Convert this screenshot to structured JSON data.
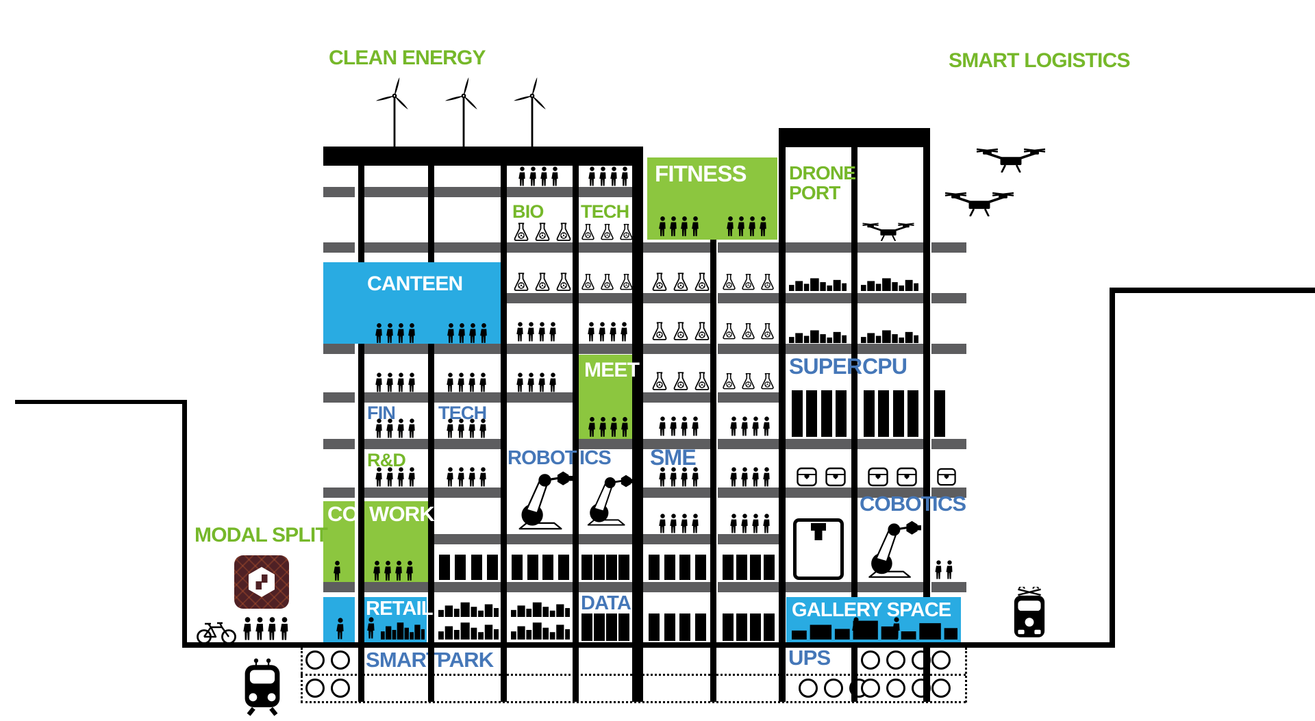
{
  "diagram_title": "smart building cross-section",
  "colors": {
    "green_label": "#76b82a",
    "green_block": "#8cc63f",
    "blue_label": "#4577b8",
    "blue_block": "#29abe2",
    "floor_gray": "#5d5d5f",
    "ink": "#000000",
    "modal_icon_bg": "#4f2125"
  },
  "labels": {
    "clean_energy": "CLEAN ENERGY",
    "smart_logistics": "SMART LOGISTICS",
    "modal_split": "MODAL SPLIT",
    "drone_port": "DRONE PORT",
    "fitness": "FITNESS",
    "canteen": "CANTEEN",
    "bio": "BIO",
    "tech_lab": "TECH",
    "meet": "MEET",
    "fin": "FIN",
    "tech_fin": "TECH",
    "rd": "R&D",
    "robot": "ROBOT",
    "ics_robot": "ICS",
    "sme": "SME",
    "super": "SUPER",
    "cpu": "CPU",
    "cobot": "COBOT",
    "ics_cobot": "ICS",
    "co": "CO",
    "work": "WORK",
    "retail": "RETAIL",
    "data": "DATA",
    "gallery_space": "GALLERY SPACE",
    "smart": "SMART",
    "park": "PARK",
    "ups": "UPS"
  },
  "icons": {
    "wind_turbine": "wind-turbine-icon",
    "drone": "drone-icon",
    "person": "person-icon",
    "flask": "lab-flask-icon",
    "robot_arm": "robot-arm-icon",
    "server_rack": "server-rack-icon",
    "city_skyline": "city-skyline-icon",
    "printer_small": "printer-box-icon",
    "printer_large": "3d-printer-icon",
    "parking_circle": "parking-tube-icon",
    "bicycle": "bicycle-icon",
    "metro_train": "metro-train-icon",
    "tram": "tram-icon",
    "modal_split_logo": "modal-split-logo-icon"
  }
}
